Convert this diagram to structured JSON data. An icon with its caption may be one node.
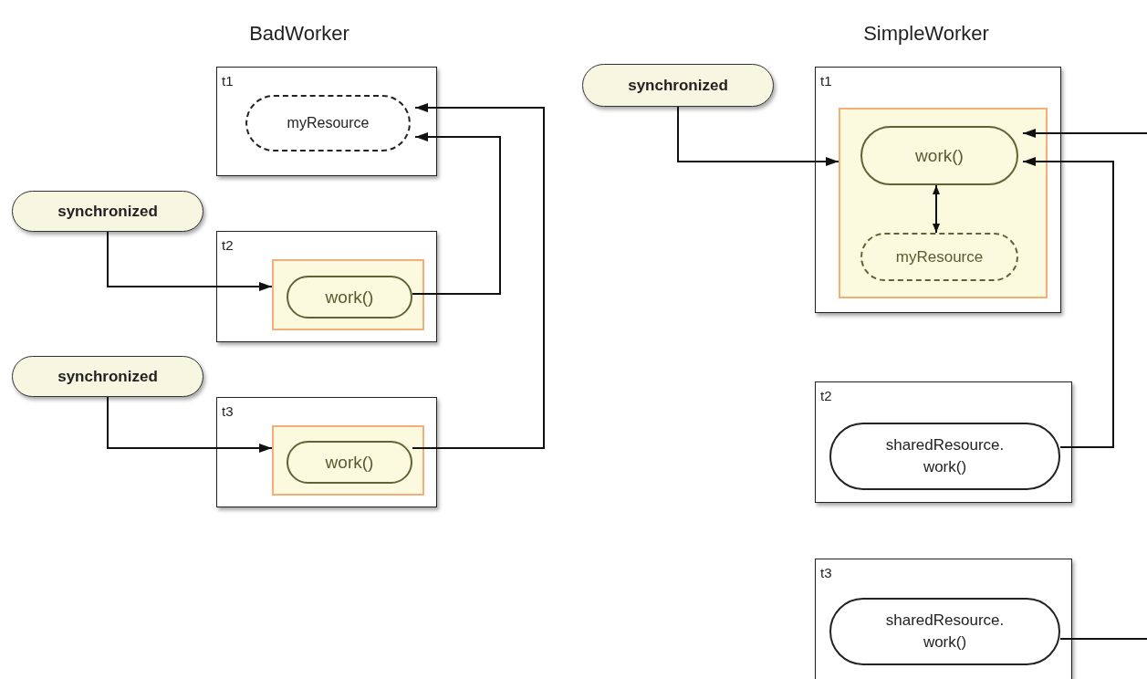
{
  "diagram": {
    "nodes": [
      {
        "text": [
          "t1"
        ]
      },
      {
        "text": [
          "myResource"
        ],
        "in": 0
      },
      {
        "text": [
          "synchronized"
        ]
      },
      {
        "text": [
          "t2"
        ]
      },
      {
        "text": [],
        "shape": "box",
        "in": 3
      },
      {
        "text": [
          "work()"
        ],
        "in": 4
      },
      {
        "text": [
          "synchronized"
        ]
      },
      {
        "text": [
          "t3"
        ]
      },
      {
        "text": [],
        "shape": "box",
        "in": 7
      },
      {
        "text": [
          "work()"
        ],
        "in": 8
      },
      {
        "text": [
          "synchronized"
        ]
      },
      {
        "text": [
          "t1"
        ]
      },
      {
        "text": [],
        "shape": "box",
        "in": 11
      },
      {
        "text": [
          "work()"
        ],
        "in": 12
      },
      {
        "text": [
          "myResource"
        ],
        "in": 12
      },
      {
        "text": [
          "t2"
        ]
      },
      {
        "text": [
          "sharedResource. work()"
        ],
        "in": 15
      },
      {
        "text": [
          "t3"
        ]
      },
      {
        "text": [
          "sharedResource. work()"
        ],
        "in": 17
      }
    ],
    "edges": [
      {
        "from": 2,
        "to": 4,
        "arrow": "to"
      },
      {
        "from": 5,
        "to": 1,
        "arrow": "to"
      },
      {
        "from": 6,
        "to": 8,
        "arrow": "to"
      },
      {
        "from": 9,
        "to": 1,
        "arrow": "to"
      },
      {
        "from": 10,
        "to": 12,
        "arrow": "to"
      },
      {
        "from": 13,
        "to": 14,
        "arrow": "both"
      },
      {
        "from": 16,
        "to": 13,
        "arrow": "to"
      },
      {
        "from": 18,
        "to": null,
        "arrow": "none"
      },
      {
        "from": null,
        "to": 13,
        "arrow": "to"
      }
    ],
    "labels": [
      "BadWorker",
      "SimpleWorker"
    ]
  }
}
